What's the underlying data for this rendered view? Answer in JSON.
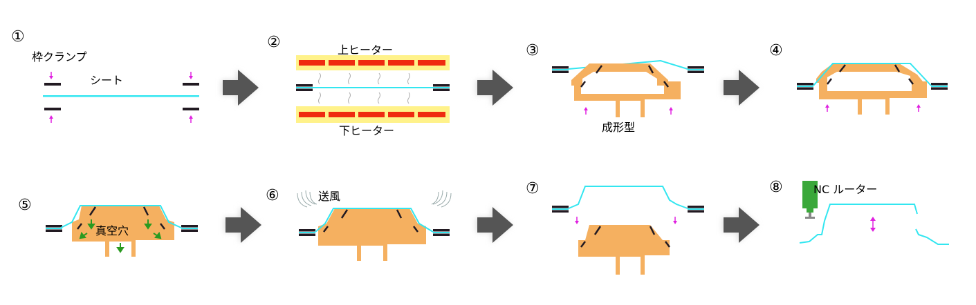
{
  "steps": [
    {
      "number": "①",
      "labels": {
        "clamp": "枠クランプ",
        "sheet": "シート"
      }
    },
    {
      "number": "②",
      "labels": {
        "upper": "上ヒーター",
        "lower": "下ヒーター"
      }
    },
    {
      "number": "③",
      "labels": {
        "mold": "成形型"
      }
    },
    {
      "number": "④",
      "labels": {}
    },
    {
      "number": "⑤",
      "labels": {
        "vacuum": "真空穴"
      }
    },
    {
      "number": "⑥",
      "labels": {
        "air": "送風"
      }
    },
    {
      "number": "⑦",
      "labels": {}
    },
    {
      "number": "⑧",
      "labels": {
        "router": "NC ルーター"
      }
    }
  ],
  "colors": {
    "sheet": "#33e6f0",
    "mold": "#f5b060",
    "heater_bar": "#ef2a10",
    "heater_bg": "#fff28a",
    "magenta": "#e020e0",
    "green": "#2a9a20",
    "arrow": "#555555",
    "clamp": "#221a22"
  },
  "icons": [
    "right-arrow-icon",
    "up-arrow-icon",
    "down-arrow-icon",
    "double-arrow-icon",
    "air-blow-icon",
    "nc-router-icon"
  ]
}
